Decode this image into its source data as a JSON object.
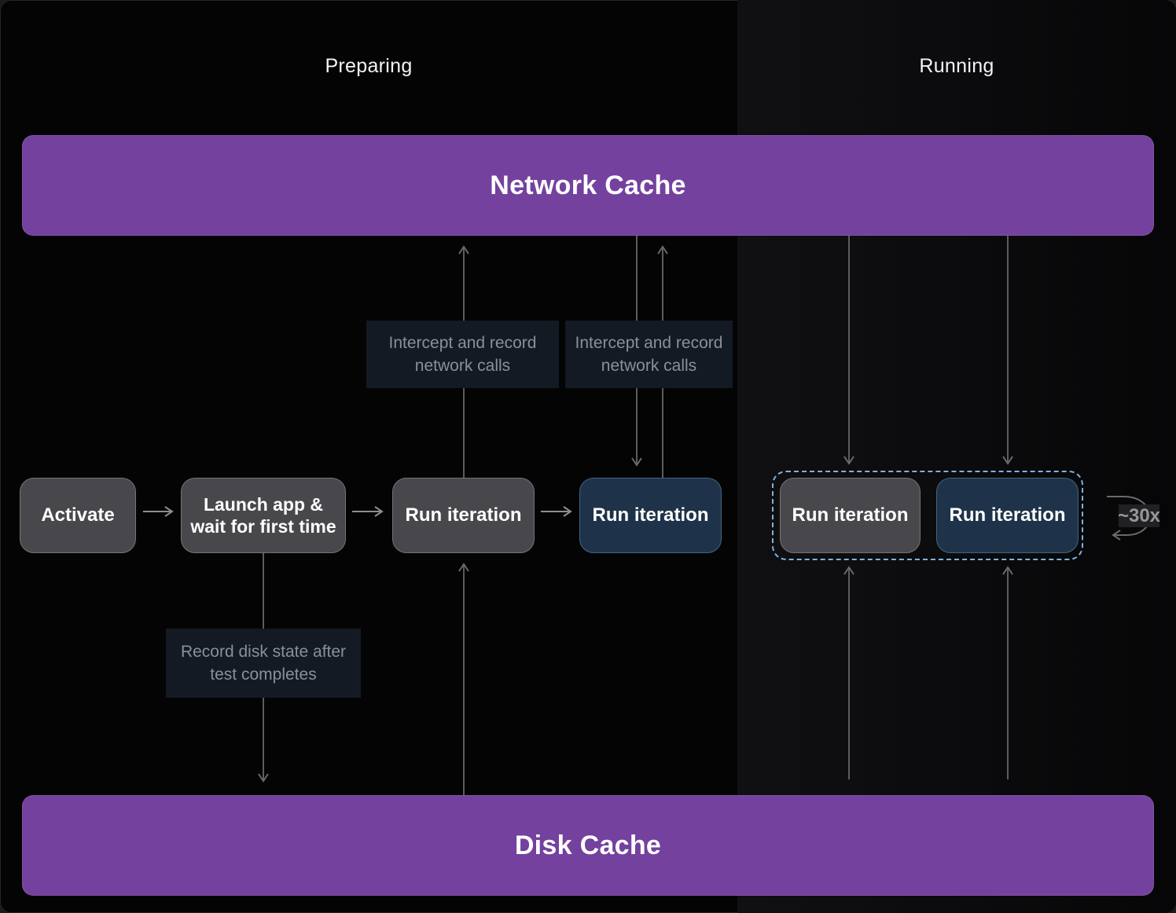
{
  "sections": {
    "preparing": "Preparing",
    "running": "Running"
  },
  "caches": {
    "network": {
      "label": "Network Cache"
    },
    "disk": {
      "label": "Disk Cache"
    }
  },
  "flow": {
    "activate": {
      "label": "Activate"
    },
    "launch": {
      "label": "Launch app & wait for first time"
    },
    "prep_run_record": {
      "label": "Run iteration"
    },
    "prep_run_replay": {
      "label": "Run iteration"
    },
    "running_run_record": {
      "label": "Run iteration"
    },
    "running_run_replay": {
      "label": "Run iteration"
    }
  },
  "annotations": {
    "intercept_network_1": {
      "text": "Intercept and record network calls"
    },
    "intercept_network_2": {
      "text": "Intercept and record network calls"
    },
    "record_disk": {
      "text": "Record disk state after test completes"
    }
  },
  "loop": {
    "label": "~30x"
  },
  "colors": {
    "cache_purple": "#74419f",
    "node_gray": "#48484c",
    "node_gray_border": "#737378",
    "node_blue": "#1e3349",
    "node_blue_border": "#45637f",
    "dashed_border_blue": "#7fb2dd",
    "note_background": "#141a23",
    "note_text": "#8a9099",
    "wire_gray": "#5c5c60",
    "arrow_gray": "#8e8e91",
    "background_left": "#040404",
    "background_right": "#0e0e11"
  }
}
